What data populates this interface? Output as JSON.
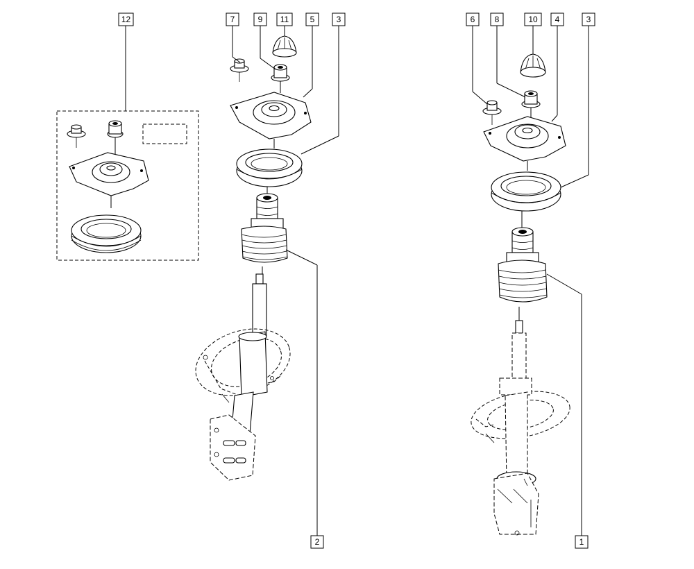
{
  "callouts": {
    "c12": "12",
    "c7": "7",
    "c9": "9",
    "c11": "11",
    "c5": "5",
    "c3a": "3",
    "c6": "6",
    "c8": "8",
    "c10": "10",
    "c4": "4",
    "c3b": "3",
    "c2": "2",
    "c1": "1"
  }
}
